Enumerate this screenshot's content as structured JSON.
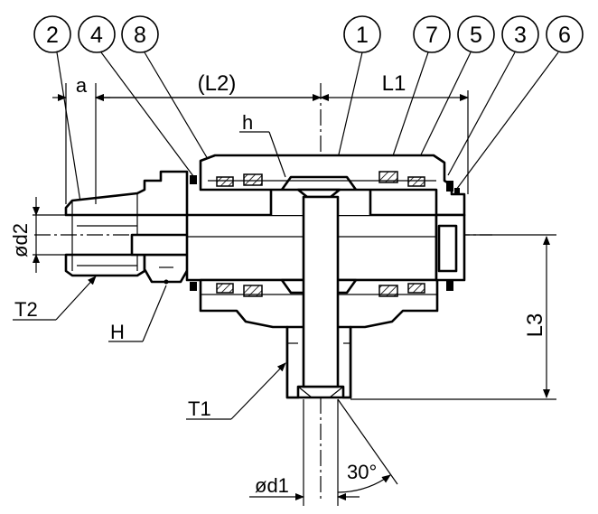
{
  "callouts": [
    "2",
    "4",
    "8",
    "1",
    "7",
    "5",
    "3",
    "6"
  ],
  "dimensions": {
    "a": "a",
    "L2": "(L2)",
    "L1": "L1",
    "h": "h",
    "d2": "ød2",
    "T2": "T2",
    "H": "H",
    "L3": "L3",
    "T1": "T1",
    "d1": "ød1",
    "angle": "30°"
  }
}
